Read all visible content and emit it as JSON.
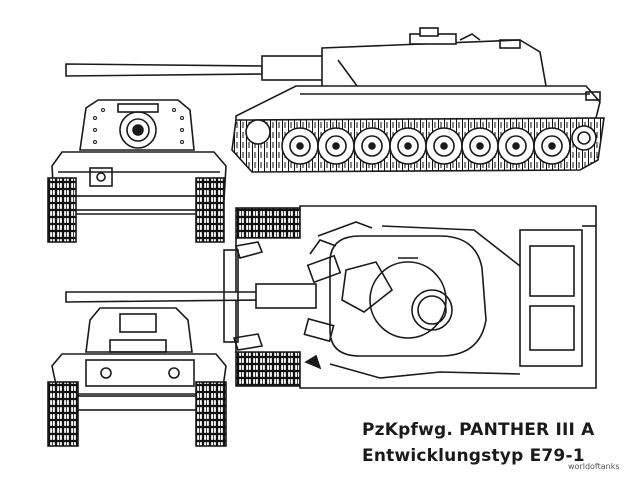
{
  "caption": {
    "line1": "PzKpfwg. PANTHER III A",
    "line2": "Entwicklungstyp E79-1"
  },
  "watermark": "worldoftanks",
  "colors": {
    "ink": "#1a1a1a",
    "paper": "#ffffff",
    "hatch": "#222222"
  }
}
